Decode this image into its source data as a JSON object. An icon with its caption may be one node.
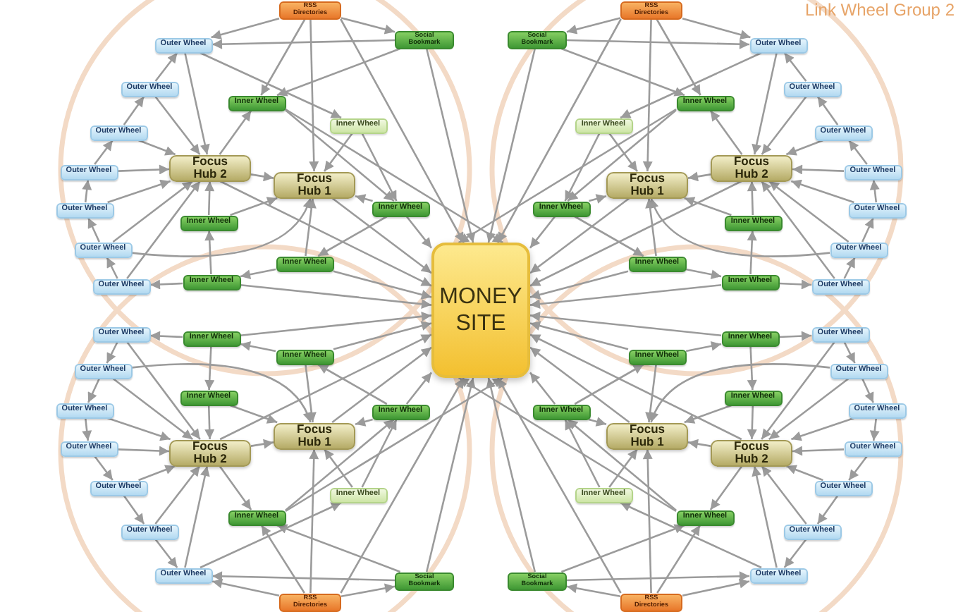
{
  "diagram": {
    "nodes": [
      {
        "text": [
          "MONEY SITE"
        ]
      },
      {
        "text": [
          "RSS Directories"
        ]
      },
      {
        "text": [
          "Social Bookmark"
        ]
      },
      {
        "text": [
          "Outer Wheel"
        ]
      },
      {
        "text": [
          "Outer Wheel"
        ]
      },
      {
        "text": [
          "Inner Wheel"
        ]
      },
      {
        "text": [
          "Inner Wheel"
        ]
      },
      {
        "text": [
          "Outer Wheel"
        ]
      },
      {
        "text": [
          "Focus Hub 2"
        ]
      },
      {
        "text": [
          "Outer Wheel"
        ]
      },
      {
        "text": [
          "Focus Hub 1"
        ]
      },
      {
        "text": [
          "Inner Wheel"
        ]
      },
      {
        "text": [
          "Outer Wheel"
        ]
      },
      {
        "text": [
          "Inner Wheel"
        ]
      },
      {
        "text": [
          "Outer Wheel"
        ]
      },
      {
        "text": [
          "Inner Wheel"
        ]
      },
      {
        "text": [
          "Inner Wheel"
        ]
      },
      {
        "text": [
          "Outer Wheel"
        ]
      },
      {
        "text": [
          "RSS Directories"
        ]
      },
      {
        "text": [
          "Social Bookmark"
        ]
      },
      {
        "text": [
          "Outer Wheel"
        ]
      },
      {
        "text": [
          "Outer Wheel"
        ]
      },
      {
        "text": [
          "Inner Wheel"
        ]
      },
      {
        "text": [
          "Inner Wheel"
        ]
      },
      {
        "text": [
          "Outer Wheel"
        ]
      },
      {
        "text": [
          "Focus Hub 2"
        ]
      },
      {
        "text": [
          "Outer Wheel"
        ]
      },
      {
        "text": [
          "Focus Hub 1"
        ]
      },
      {
        "text": [
          "Inner Wheel"
        ]
      },
      {
        "text": [
          "Outer Wheel"
        ]
      },
      {
        "text": [
          "Inner Wheel"
        ]
      },
      {
        "text": [
          "Outer Wheel"
        ]
      },
      {
        "text": [
          "Inner Wheel"
        ]
      },
      {
        "text": [
          "Inner Wheel"
        ]
      },
      {
        "text": [
          "Outer Wheel"
        ]
      },
      {
        "text": [
          "Outer Wheel"
        ]
      },
      {
        "text": [
          "Inner Wheel"
        ]
      },
      {
        "text": [
          "Inner Wheel"
        ]
      },
      {
        "text": [
          "Outer Wheel"
        ]
      },
      {
        "text": [
          "Inner Wheel"
        ]
      },
      {
        "text": [
          "Outer Wheel"
        ]
      },
      {
        "text": [
          "Inner Wheel"
        ]
      },
      {
        "text": [
          "Focus Hub 1"
        ]
      },
      {
        "text": [
          "Outer Wheel"
        ]
      },
      {
        "text": [
          "Focus Hub 2"
        ]
      },
      {
        "text": [
          "Outer Wheel"
        ]
      },
      {
        "text": [
          "Inner Wheel"
        ]
      },
      {
        "text": [
          "Inner Wheel"
        ]
      },
      {
        "text": [
          "Outer Wheel"
        ]
      },
      {
        "text": [
          "Outer Wheel"
        ]
      },
      {
        "text": [
          "Social Bookmark"
        ]
      },
      {
        "text": [
          "RSS Directories"
        ]
      },
      {
        "text": [
          "Outer Wheel"
        ]
      },
      {
        "text": [
          "Inner Wheel"
        ]
      },
      {
        "text": [
          "Inner Wheel"
        ]
      },
      {
        "text": [
          "Outer Wheel"
        ]
      },
      {
        "text": [
          "Inner Wheel"
        ]
      },
      {
        "text": [
          "Outer Wheel"
        ]
      },
      {
        "text": [
          "Inner Wheel"
        ]
      },
      {
        "text": [
          "Focus Hub 1"
        ]
      },
      {
        "text": [
          "Outer Wheel"
        ]
      },
      {
        "text": [
          "Focus Hub 2"
        ]
      },
      {
        "text": [
          "Outer Wheel"
        ]
      },
      {
        "text": [
          "Inner Wheel"
        ]
      },
      {
        "text": [
          "Inner Wheel"
        ]
      },
      {
        "text": [
          "Outer Wheel"
        ]
      },
      {
        "text": [
          "Outer Wheel"
        ]
      },
      {
        "text": [
          "Social Bookmark"
        ]
      },
      {
        "text": [
          "RSS Directories"
        ]
      }
    ],
    "edges": [
      {
        "from": 1,
        "to": 3,
        "arrow": "to"
      },
      {
        "from": 1,
        "to": 2,
        "arrow": "to"
      },
      {
        "from": 1,
        "to": 5,
        "arrow": "to"
      },
      {
        "from": 1,
        "to": 10,
        "arrow": "to"
      },
      {
        "from": 1,
        "to": 0,
        "arrow": "to"
      },
      {
        "from": 2,
        "to": 3,
        "arrow": "to"
      },
      {
        "from": 2,
        "to": 5,
        "arrow": "to"
      },
      {
        "from": 2,
        "to": 0,
        "arrow": "to"
      },
      {
        "from": 3,
        "to": 6,
        "arrow": "to"
      },
      {
        "from": 3,
        "to": 8,
        "arrow": "to"
      },
      {
        "from": 4,
        "to": 3,
        "arrow": "to"
      },
      {
        "from": 4,
        "to": 8,
        "arrow": "to"
      },
      {
        "from": 7,
        "to": 4,
        "arrow": "to"
      },
      {
        "from": 7,
        "to": 8,
        "arrow": "to"
      },
      {
        "from": 9,
        "to": 7,
        "arrow": "to"
      },
      {
        "from": 9,
        "to": 8,
        "arrow": "to"
      },
      {
        "from": 12,
        "to": 9,
        "arrow": "to"
      },
      {
        "from": 12,
        "to": 8,
        "arrow": "to"
      },
      {
        "from": 14,
        "to": 12,
        "arrow": "to"
      },
      {
        "from": 14,
        "to": 10,
        "arrow": "to"
      },
      {
        "from": 14,
        "to": 8,
        "arrow": "to"
      },
      {
        "from": 17,
        "to": 14,
        "arrow": "to"
      },
      {
        "from": 17,
        "to": 8,
        "arrow": "to"
      },
      {
        "from": 16,
        "to": 17,
        "arrow": "to"
      },
      {
        "from": 16,
        "to": 13,
        "arrow": "to"
      },
      {
        "from": 13,
        "to": 8,
        "arrow": "to"
      },
      {
        "from": 13,
        "to": 10,
        "arrow": "to"
      },
      {
        "from": 15,
        "to": 16,
        "arrow": "to"
      },
      {
        "from": 15,
        "to": 10,
        "arrow": "to"
      },
      {
        "from": 15,
        "to": 0,
        "arrow": "to"
      },
      {
        "from": 16,
        "to": 0,
        "arrow": "to"
      },
      {
        "from": 8,
        "to": 10,
        "arrow": "to"
      },
      {
        "from": 8,
        "to": 5,
        "arrow": "to"
      },
      {
        "from": 8,
        "to": 0,
        "arrow": "to"
      },
      {
        "from": 10,
        "to": 0,
        "arrow": "to"
      },
      {
        "from": 5,
        "to": 11,
        "arrow": "to"
      },
      {
        "from": 5,
        "to": 0,
        "arrow": "to"
      },
      {
        "from": 6,
        "to": 10,
        "arrow": "to"
      },
      {
        "from": 6,
        "to": 11,
        "arrow": "to"
      },
      {
        "from": 11,
        "to": 10,
        "arrow": "to"
      },
      {
        "from": 11,
        "to": 0,
        "arrow": "to"
      },
      {
        "from": 11,
        "to": 15,
        "arrow": "to"
      },
      {
        "from": 18,
        "to": 20,
        "arrow": "to"
      },
      {
        "from": 18,
        "to": 19,
        "arrow": "to"
      },
      {
        "from": 18,
        "to": 22,
        "arrow": "to"
      },
      {
        "from": 18,
        "to": 27,
        "arrow": "to"
      },
      {
        "from": 18,
        "to": 0,
        "arrow": "to"
      },
      {
        "from": 19,
        "to": 20,
        "arrow": "to"
      },
      {
        "from": 19,
        "to": 22,
        "arrow": "to"
      },
      {
        "from": 19,
        "to": 0,
        "arrow": "to"
      },
      {
        "from": 20,
        "to": 23,
        "arrow": "to"
      },
      {
        "from": 20,
        "to": 25,
        "arrow": "to"
      },
      {
        "from": 21,
        "to": 20,
        "arrow": "to"
      },
      {
        "from": 21,
        "to": 25,
        "arrow": "to"
      },
      {
        "from": 24,
        "to": 21,
        "arrow": "to"
      },
      {
        "from": 24,
        "to": 25,
        "arrow": "to"
      },
      {
        "from": 26,
        "to": 24,
        "arrow": "to"
      },
      {
        "from": 26,
        "to": 25,
        "arrow": "to"
      },
      {
        "from": 29,
        "to": 26,
        "arrow": "to"
      },
      {
        "from": 29,
        "to": 25,
        "arrow": "to"
      },
      {
        "from": 31,
        "to": 29,
        "arrow": "to"
      },
      {
        "from": 31,
        "to": 27,
        "arrow": "to"
      },
      {
        "from": 31,
        "to": 25,
        "arrow": "to"
      },
      {
        "from": 34,
        "to": 31,
        "arrow": "to"
      },
      {
        "from": 34,
        "to": 25,
        "arrow": "to"
      },
      {
        "from": 33,
        "to": 34,
        "arrow": "to"
      },
      {
        "from": 33,
        "to": 30,
        "arrow": "to"
      },
      {
        "from": 30,
        "to": 25,
        "arrow": "to"
      },
      {
        "from": 30,
        "to": 27,
        "arrow": "to"
      },
      {
        "from": 32,
        "to": 33,
        "arrow": "to"
      },
      {
        "from": 32,
        "to": 27,
        "arrow": "to"
      },
      {
        "from": 32,
        "to": 0,
        "arrow": "to"
      },
      {
        "from": 33,
        "to": 0,
        "arrow": "to"
      },
      {
        "from": 25,
        "to": 27,
        "arrow": "to"
      },
      {
        "from": 25,
        "to": 22,
        "arrow": "to"
      },
      {
        "from": 25,
        "to": 0,
        "arrow": "to"
      },
      {
        "from": 27,
        "to": 0,
        "arrow": "to"
      },
      {
        "from": 22,
        "to": 28,
        "arrow": "to"
      },
      {
        "from": 22,
        "to": 0,
        "arrow": "to"
      },
      {
        "from": 23,
        "to": 27,
        "arrow": "to"
      },
      {
        "from": 23,
        "to": 28,
        "arrow": "to"
      },
      {
        "from": 28,
        "to": 27,
        "arrow": "to"
      },
      {
        "from": 28,
        "to": 0,
        "arrow": "to"
      },
      {
        "from": 28,
        "to": 32,
        "arrow": "to"
      },
      {
        "from": 51,
        "to": 49,
        "arrow": "to"
      },
      {
        "from": 51,
        "to": 50,
        "arrow": "to"
      },
      {
        "from": 51,
        "to": 47,
        "arrow": "to"
      },
      {
        "from": 51,
        "to": 42,
        "arrow": "to"
      },
      {
        "from": 51,
        "to": 0,
        "arrow": "to"
      },
      {
        "from": 50,
        "to": 49,
        "arrow": "to"
      },
      {
        "from": 50,
        "to": 47,
        "arrow": "to"
      },
      {
        "from": 50,
        "to": 0,
        "arrow": "to"
      },
      {
        "from": 49,
        "to": 46,
        "arrow": "to"
      },
      {
        "from": 49,
        "to": 44,
        "arrow": "to"
      },
      {
        "from": 48,
        "to": 49,
        "arrow": "to"
      },
      {
        "from": 48,
        "to": 44,
        "arrow": "to"
      },
      {
        "from": 45,
        "to": 48,
        "arrow": "to"
      },
      {
        "from": 45,
        "to": 44,
        "arrow": "to"
      },
      {
        "from": 43,
        "to": 45,
        "arrow": "to"
      },
      {
        "from": 43,
        "to": 44,
        "arrow": "to"
      },
      {
        "from": 40,
        "to": 43,
        "arrow": "to"
      },
      {
        "from": 40,
        "to": 44,
        "arrow": "to"
      },
      {
        "from": 38,
        "to": 40,
        "arrow": "to"
      },
      {
        "from": 38,
        "to": 42,
        "arrow": "to"
      },
      {
        "from": 38,
        "to": 44,
        "arrow": "to"
      },
      {
        "from": 35,
        "to": 38,
        "arrow": "to"
      },
      {
        "from": 35,
        "to": 44,
        "arrow": "to"
      },
      {
        "from": 36,
        "to": 35,
        "arrow": "to"
      },
      {
        "from": 36,
        "to": 39,
        "arrow": "to"
      },
      {
        "from": 39,
        "to": 44,
        "arrow": "to"
      },
      {
        "from": 39,
        "to": 42,
        "arrow": "to"
      },
      {
        "from": 37,
        "to": 36,
        "arrow": "to"
      },
      {
        "from": 37,
        "to": 42,
        "arrow": "to"
      },
      {
        "from": 37,
        "to": 0,
        "arrow": "to"
      },
      {
        "from": 36,
        "to": 0,
        "arrow": "to"
      },
      {
        "from": 44,
        "to": 42,
        "arrow": "to"
      },
      {
        "from": 44,
        "to": 47,
        "arrow": "to"
      },
      {
        "from": 44,
        "to": 0,
        "arrow": "to"
      },
      {
        "from": 42,
        "to": 0,
        "arrow": "to"
      },
      {
        "from": 47,
        "to": 41,
        "arrow": "to"
      },
      {
        "from": 47,
        "to": 0,
        "arrow": "to"
      },
      {
        "from": 46,
        "to": 42,
        "arrow": "to"
      },
      {
        "from": 46,
        "to": 41,
        "arrow": "to"
      },
      {
        "from": 41,
        "to": 42,
        "arrow": "to"
      },
      {
        "from": 41,
        "to": 0,
        "arrow": "to"
      },
      {
        "from": 41,
        "to": 37,
        "arrow": "to"
      },
      {
        "from": 68,
        "to": 66,
        "arrow": "to"
      },
      {
        "from": 68,
        "to": 67,
        "arrow": "to"
      },
      {
        "from": 68,
        "to": 64,
        "arrow": "to"
      },
      {
        "from": 68,
        "to": 59,
        "arrow": "to"
      },
      {
        "from": 68,
        "to": 0,
        "arrow": "to"
      },
      {
        "from": 67,
        "to": 66,
        "arrow": "to"
      },
      {
        "from": 67,
        "to": 64,
        "arrow": "to"
      },
      {
        "from": 67,
        "to": 0,
        "arrow": "to"
      },
      {
        "from": 66,
        "to": 63,
        "arrow": "to"
      },
      {
        "from": 66,
        "to": 61,
        "arrow": "to"
      },
      {
        "from": 65,
        "to": 66,
        "arrow": "to"
      },
      {
        "from": 65,
        "to": 61,
        "arrow": "to"
      },
      {
        "from": 62,
        "to": 65,
        "arrow": "to"
      },
      {
        "from": 62,
        "to": 61,
        "arrow": "to"
      },
      {
        "from": 60,
        "to": 62,
        "arrow": "to"
      },
      {
        "from": 60,
        "to": 61,
        "arrow": "to"
      },
      {
        "from": 57,
        "to": 60,
        "arrow": "to"
      },
      {
        "from": 57,
        "to": 61,
        "arrow": "to"
      },
      {
        "from": 55,
        "to": 57,
        "arrow": "to"
      },
      {
        "from": 55,
        "to": 59,
        "arrow": "to"
      },
      {
        "from": 55,
        "to": 61,
        "arrow": "to"
      },
      {
        "from": 52,
        "to": 55,
        "arrow": "to"
      },
      {
        "from": 52,
        "to": 61,
        "arrow": "to"
      },
      {
        "from": 53,
        "to": 52,
        "arrow": "to"
      },
      {
        "from": 53,
        "to": 56,
        "arrow": "to"
      },
      {
        "from": 56,
        "to": 61,
        "arrow": "to"
      },
      {
        "from": 56,
        "to": 59,
        "arrow": "to"
      },
      {
        "from": 54,
        "to": 53,
        "arrow": "to"
      },
      {
        "from": 54,
        "to": 59,
        "arrow": "to"
      },
      {
        "from": 54,
        "to": 0,
        "arrow": "to"
      },
      {
        "from": 53,
        "to": 0,
        "arrow": "to"
      },
      {
        "from": 61,
        "to": 59,
        "arrow": "to"
      },
      {
        "from": 61,
        "to": 64,
        "arrow": "to"
      },
      {
        "from": 61,
        "to": 0,
        "arrow": "to"
      },
      {
        "from": 59,
        "to": 0,
        "arrow": "to"
      },
      {
        "from": 64,
        "to": 58,
        "arrow": "to"
      },
      {
        "from": 64,
        "to": 0,
        "arrow": "to"
      },
      {
        "from": 63,
        "to": 59,
        "arrow": "to"
      },
      {
        "from": 63,
        "to": 58,
        "arrow": "to"
      },
      {
        "from": 58,
        "to": 59,
        "arrow": "to"
      },
      {
        "from": 58,
        "to": 0,
        "arrow": "to"
      },
      {
        "from": 58,
        "to": 54,
        "arrow": "to"
      }
    ],
    "labels": [
      "Link Wheel Group 2"
    ]
  }
}
